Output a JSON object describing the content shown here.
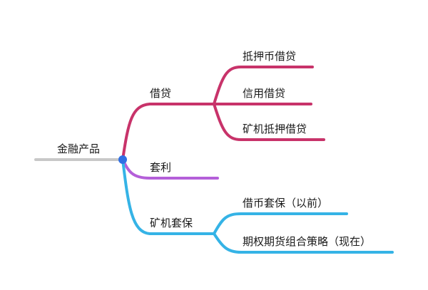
{
  "root": {
    "label": "金融产品",
    "line_color": "#c8c8c8",
    "dot_color": "#2f6fe4"
  },
  "branches": [
    {
      "id": "lending",
      "label": "借贷",
      "color": "#c8336a",
      "children": [
        {
          "label": "抵押币借贷"
        },
        {
          "label": "信用借贷"
        },
        {
          "label": "矿机抵押借贷"
        }
      ]
    },
    {
      "id": "arbitrage",
      "label": "套利",
      "color": "#b45fd9",
      "children": []
    },
    {
      "id": "miner-hedge",
      "label": "矿机套保",
      "color": "#35b3e6",
      "children": [
        {
          "label": "借币套保（以前）"
        },
        {
          "label": "期权期货组合策略（现在）"
        }
      ]
    }
  ]
}
